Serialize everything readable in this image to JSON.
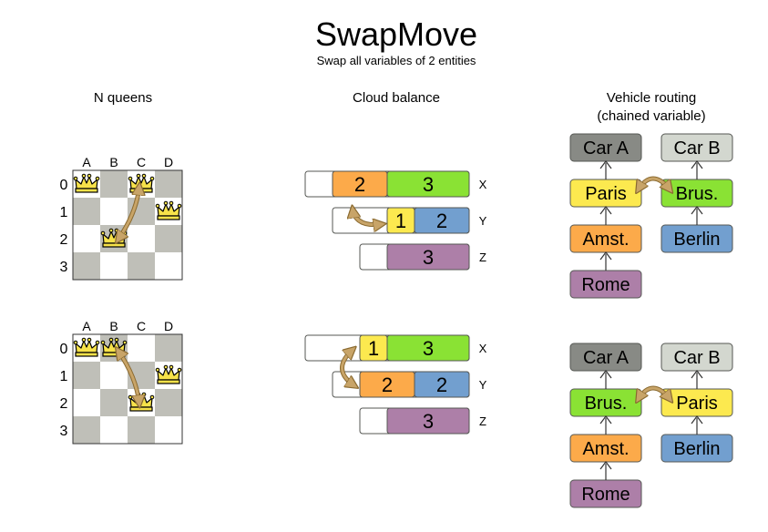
{
  "header": {
    "title": "SwapMove",
    "subtitle": "Swap all variables of 2 entities"
  },
  "columns": {
    "nqueens": "N queens",
    "cloud": "Cloud balance",
    "vehicle_line1": "Vehicle routing",
    "vehicle_line2": "(chained variable)"
  },
  "colors": {
    "light_cell": "#ffffff",
    "dark_cell": "#bfbfb8",
    "grid_line": "#333333",
    "queen_fill": "#f7e24a",
    "arrow": "#c8a468",
    "arrow_dark": "#8a6a30",
    "orange": "#fcaa4a",
    "green": "#8ae234",
    "yellow": "#fce94f",
    "blue": "#729fcf",
    "purple": "#ad7fa8",
    "car_a": "#888a85",
    "car_b": "#d3d7cf",
    "box_stroke": "#555753"
  },
  "nqueens": {
    "col_labels": [
      "A",
      "B",
      "C",
      "D"
    ],
    "row_labels": [
      "0",
      "1",
      "2",
      "3"
    ],
    "queen_icon": "queen-crown-icon",
    "before": {
      "queens": [
        0,
        2,
        0,
        1
      ],
      "swap": [
        1,
        2
      ]
    },
    "after": {
      "queens": [
        0,
        0,
        2,
        1
      ],
      "swap": [
        1,
        2
      ]
    }
  },
  "cloud": {
    "computer_labels": [
      "X",
      "Y",
      "Z"
    ],
    "before": [
      [
        {
          "label": "2",
          "color": "orange",
          "size": 2
        },
        {
          "label": "3",
          "color": "green",
          "size": 3
        }
      ],
      [
        {
          "label": "1",
          "color": "yellow",
          "size": 1
        },
        {
          "label": "2",
          "color": "blue",
          "size": 2
        }
      ],
      [
        {
          "label": "3",
          "color": "purple",
          "size": 3
        }
      ]
    ],
    "after": [
      [
        {
          "label": "1",
          "color": "yellow",
          "size": 1
        },
        {
          "label": "3",
          "color": "green",
          "size": 3
        }
      ],
      [
        {
          "label": "2",
          "color": "orange",
          "size": 2
        },
        {
          "label": "2",
          "color": "blue",
          "size": 2
        }
      ],
      [
        {
          "label": "3",
          "color": "purple",
          "size": 3
        }
      ]
    ]
  },
  "vehicle": {
    "before": {
      "left": [
        {
          "label": "Car A",
          "color": "car_a"
        },
        {
          "label": "Paris",
          "color": "yellow"
        },
        {
          "label": "Amst.",
          "color": "orange"
        },
        {
          "label": "Rome",
          "color": "purple"
        }
      ],
      "right": [
        {
          "label": "Car B",
          "color": "car_b"
        },
        {
          "label": "Brus.",
          "color": "green"
        },
        {
          "label": "Berlin",
          "color": "blue"
        }
      ]
    },
    "after": {
      "left": [
        {
          "label": "Car A",
          "color": "car_a"
        },
        {
          "label": "Brus.",
          "color": "green"
        },
        {
          "label": "Amst.",
          "color": "orange"
        },
        {
          "label": "Rome",
          "color": "purple"
        }
      ],
      "right": [
        {
          "label": "Car B",
          "color": "car_b"
        },
        {
          "label": "Paris",
          "color": "yellow"
        },
        {
          "label": "Berlin",
          "color": "blue"
        }
      ]
    }
  }
}
